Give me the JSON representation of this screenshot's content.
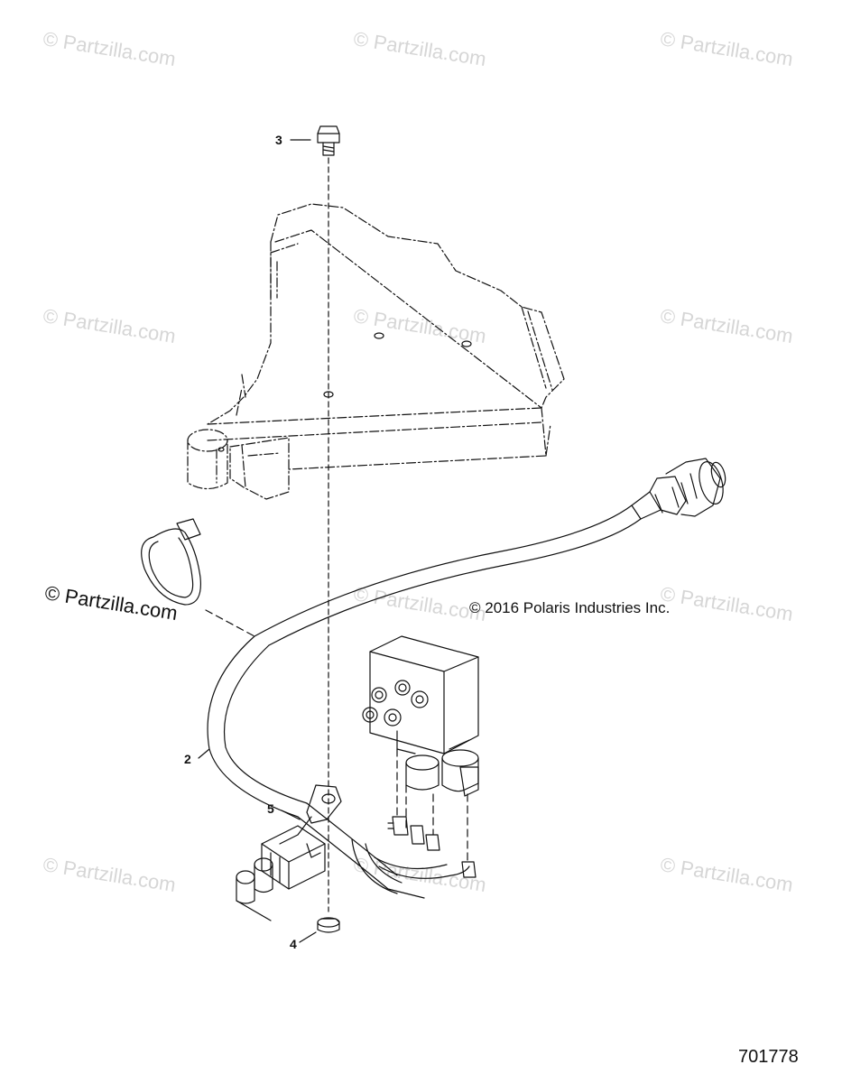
{
  "watermark": {
    "text": "© Partzilla.com"
  },
  "copyright": "© 2016 Polaris Industries Inc.",
  "callouts": {
    "c2": "2",
    "c3": "3",
    "c4": "4",
    "c5": "5"
  },
  "diagram_id": "701778",
  "colors": {
    "line": "#111111",
    "watermark": "#d6d6d6",
    "background": "#ffffff"
  }
}
